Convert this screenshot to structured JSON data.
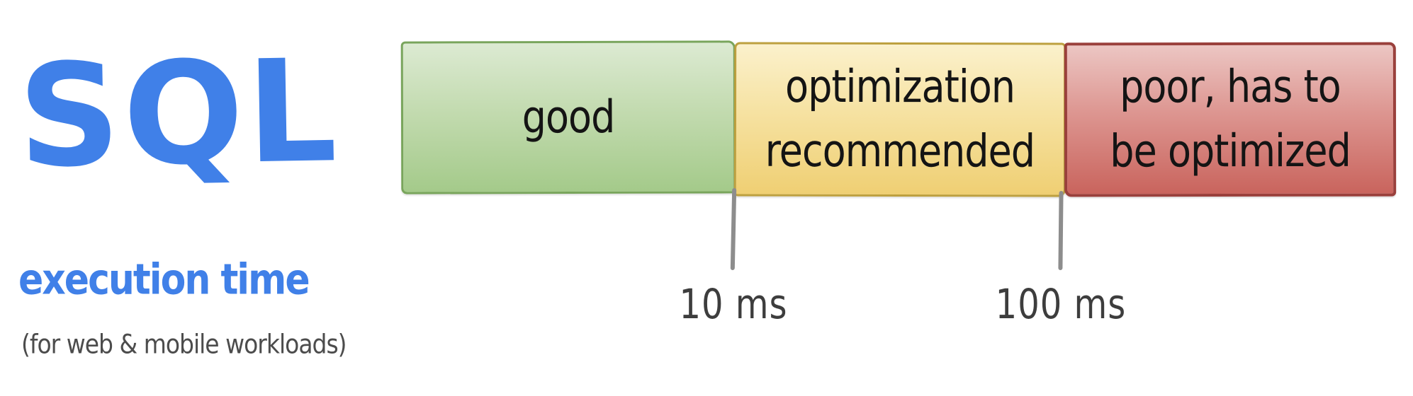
{
  "branding": {
    "title": "SQL",
    "subtitle": "execution time",
    "note": "(for web & mobile workloads)"
  },
  "scale": {
    "description": "SQL execution time quality scale",
    "segments": [
      {
        "id": "good",
        "lines": [
          "good"
        ],
        "fill_top": "#dcead2",
        "fill_bottom": "#a4ca8a",
        "border_color": "#79a55c"
      },
      {
        "id": "optimization-recommended",
        "lines": [
          "optimization",
          "recommended"
        ],
        "fill_top": "#fbf1cc",
        "fill_bottom": "#efcf73",
        "border_color": "#bda03f"
      },
      {
        "id": "poor-has-to-be-optimized",
        "lines": [
          "poor, has to",
          "be optimized"
        ],
        "fill_top": "#ecc6c3",
        "fill_bottom": "#c9645d",
        "border_color": "#9a403c"
      }
    ],
    "thresholds": [
      {
        "label": "10 ms"
      },
      {
        "label": "100 ms"
      }
    ]
  },
  "colors": {
    "accent_blue": "#4080E8",
    "segment_text": "#141414",
    "tick_gray": "#8d8d8d",
    "threshold_label_gray": "#3d3d3d",
    "note_gray": "#4c4c4c",
    "background": "#ffffff"
  }
}
